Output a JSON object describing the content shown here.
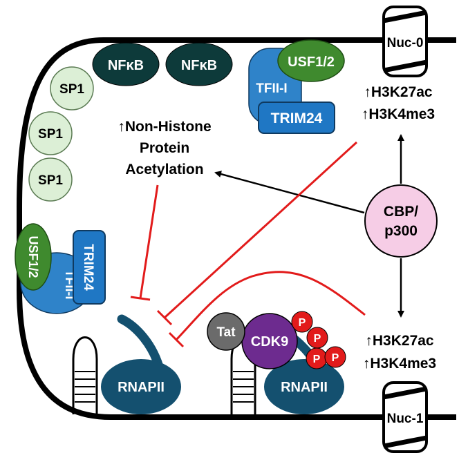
{
  "nucleosomes": {
    "top": "Nuc-0",
    "bottom": "Nuc-1"
  },
  "proteins": {
    "nfkb_1": "NFκB",
    "nfkb_2": "NFκB",
    "usf_top": "USF1/2",
    "tfii_top": "TFII-I",
    "trim_top": "TRIM24",
    "sp1_a": "SP1",
    "sp1_b": "SP1",
    "sp1_c": "SP1",
    "usf_left": "USF1/2",
    "tfii_left": "TFII-I",
    "trim_left": "TRIM24",
    "cbp": [
      "CBP/",
      "p300"
    ],
    "rnapii_left": "RNAPII",
    "rnapii_right": "RNAPII",
    "tat": "Tat",
    "cdk9": "CDK9",
    "phospho": [
      "P",
      "P",
      "P",
      "P"
    ]
  },
  "labels": {
    "top_marks": [
      "↑H3K27ac",
      "↑H3K4me3"
    ],
    "bottom_marks": [
      "↑H3K27ac",
      "↑H3K4me3"
    ],
    "nonhistone": [
      "↑Non-Histone",
      "Protein",
      "Acetylation"
    ]
  },
  "colors": {
    "nfkb": "#0d3a3a",
    "usf": "#3f8a2e",
    "tfii": "#2f83c9",
    "trim": "#1f77c4",
    "sp1": "#dcefd6",
    "cbp": "#f6cde6",
    "rnapii": "#14506f",
    "cdk9": "#6d2b8f",
    "tat": "#6b6b6b",
    "phospho": "#e21b1b",
    "inhibit": "#e21b1b",
    "line": "#000000"
  }
}
